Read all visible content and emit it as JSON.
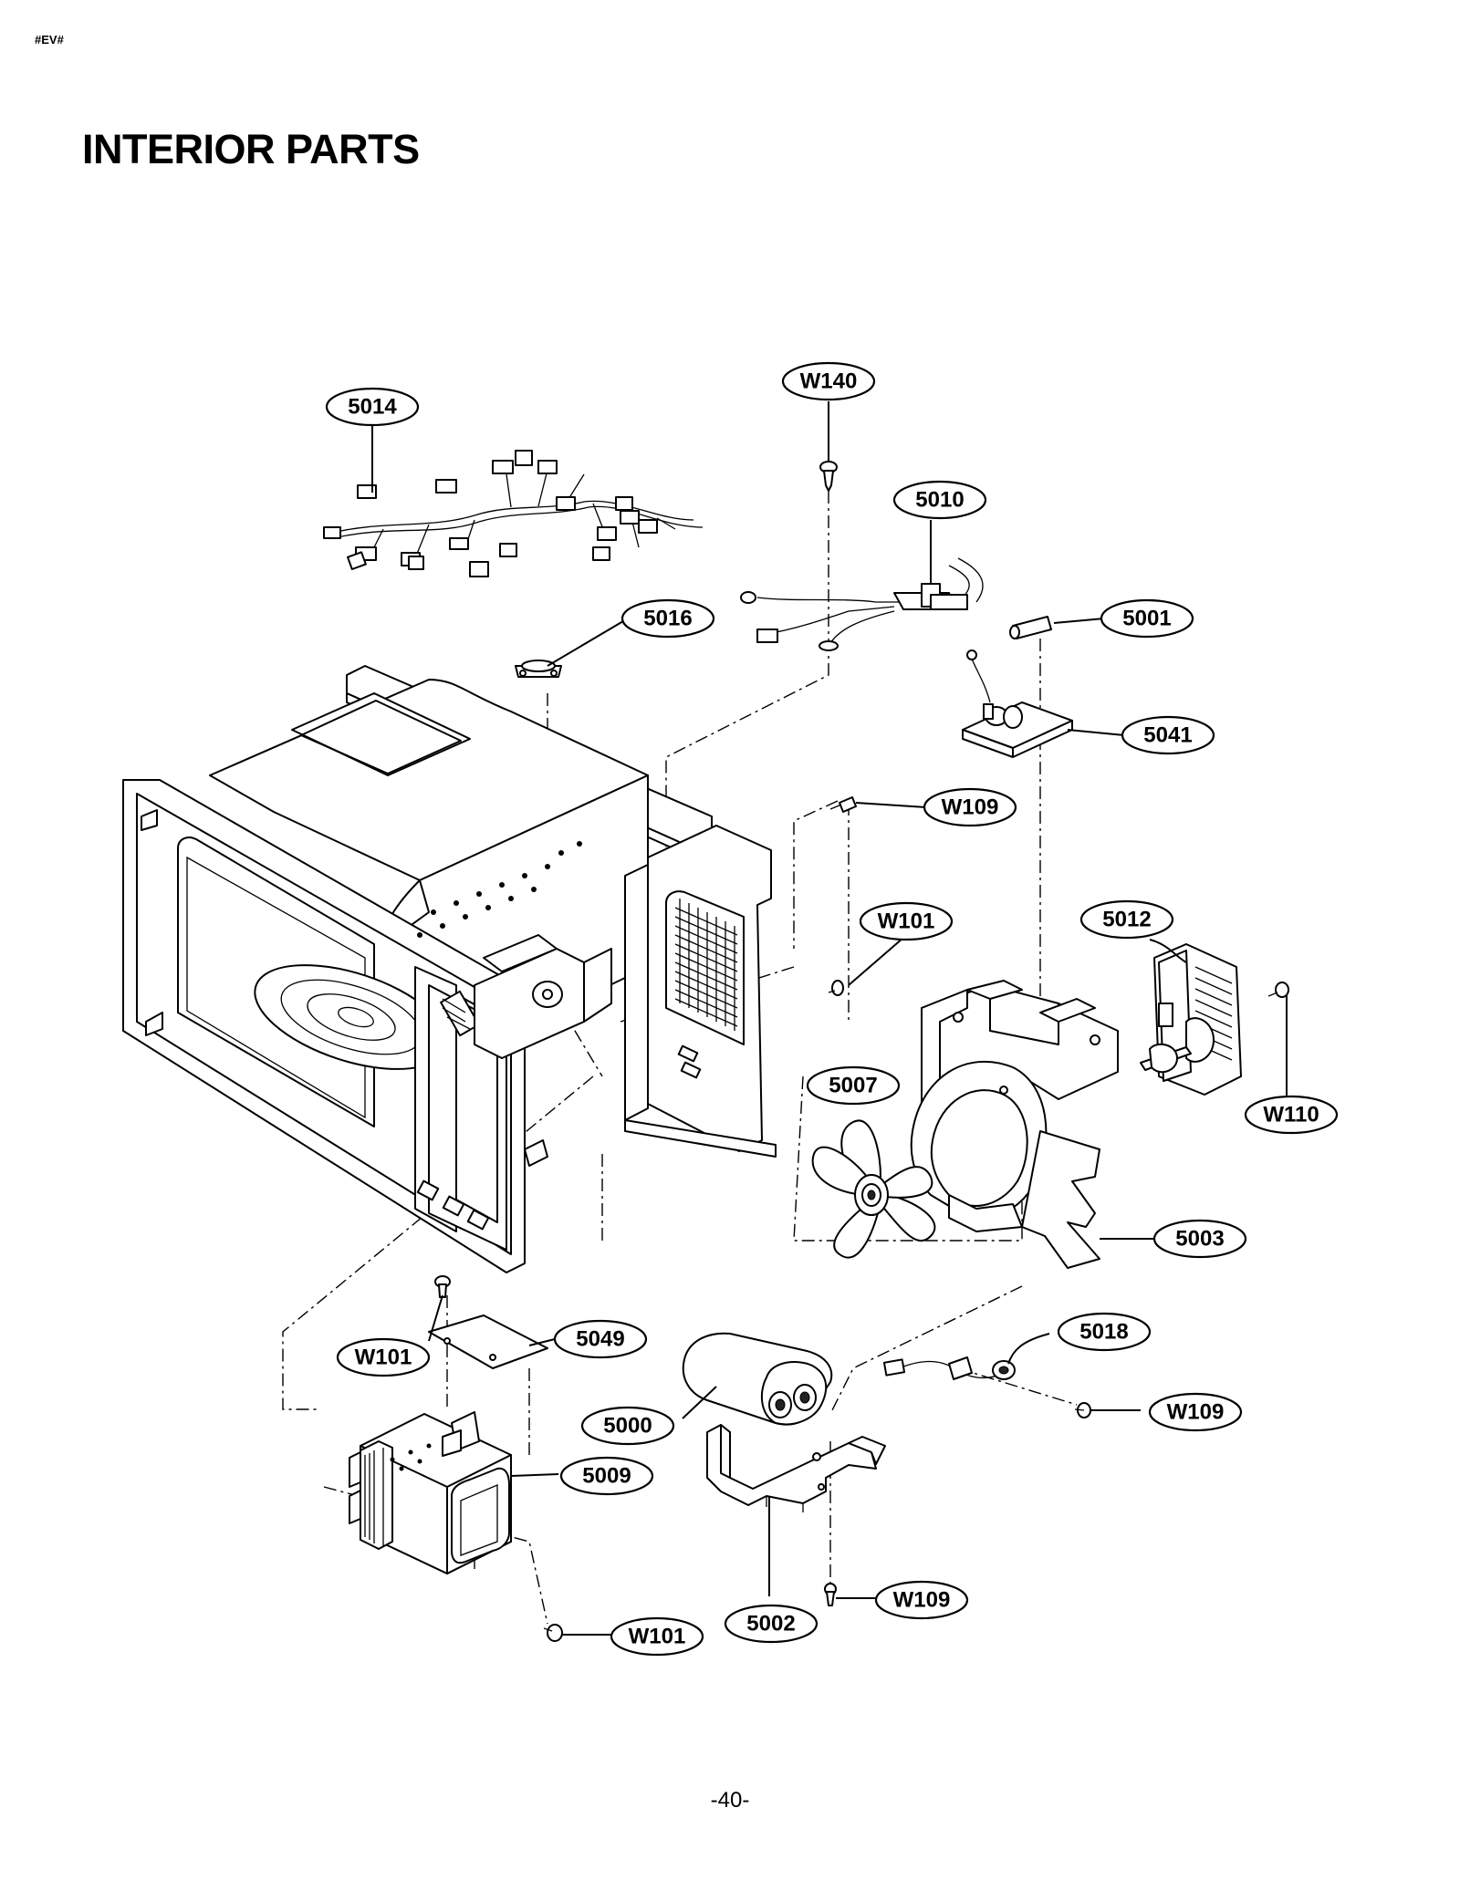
{
  "header": {
    "tag": "#EV#",
    "title": "INTERIOR PARTS"
  },
  "footer": {
    "page_number": "-40-"
  },
  "callouts": [
    {
      "id": "5014",
      "label": "5014"
    },
    {
      "id": "W140",
      "label": "W140"
    },
    {
      "id": "5010",
      "label": "5010"
    },
    {
      "id": "5016",
      "label": "5016"
    },
    {
      "id": "5001",
      "label": "5001"
    },
    {
      "id": "5041",
      "label": "5041"
    },
    {
      "id": "W109a",
      "label": "W109"
    },
    {
      "id": "W101a",
      "label": "W101"
    },
    {
      "id": "5012",
      "label": "5012"
    },
    {
      "id": "5007",
      "label": "5007"
    },
    {
      "id": "W110",
      "label": "W110"
    },
    {
      "id": "5003",
      "label": "5003"
    },
    {
      "id": "5049",
      "label": "5049"
    },
    {
      "id": "W101b",
      "label": "W101"
    },
    {
      "id": "5018",
      "label": "5018"
    },
    {
      "id": "5000",
      "label": "5000"
    },
    {
      "id": "W109b",
      "label": "W109"
    },
    {
      "id": "5009",
      "label": "5009"
    },
    {
      "id": "W109c",
      "label": "W109"
    },
    {
      "id": "5002",
      "label": "5002"
    },
    {
      "id": "W101c",
      "label": "W101"
    }
  ]
}
